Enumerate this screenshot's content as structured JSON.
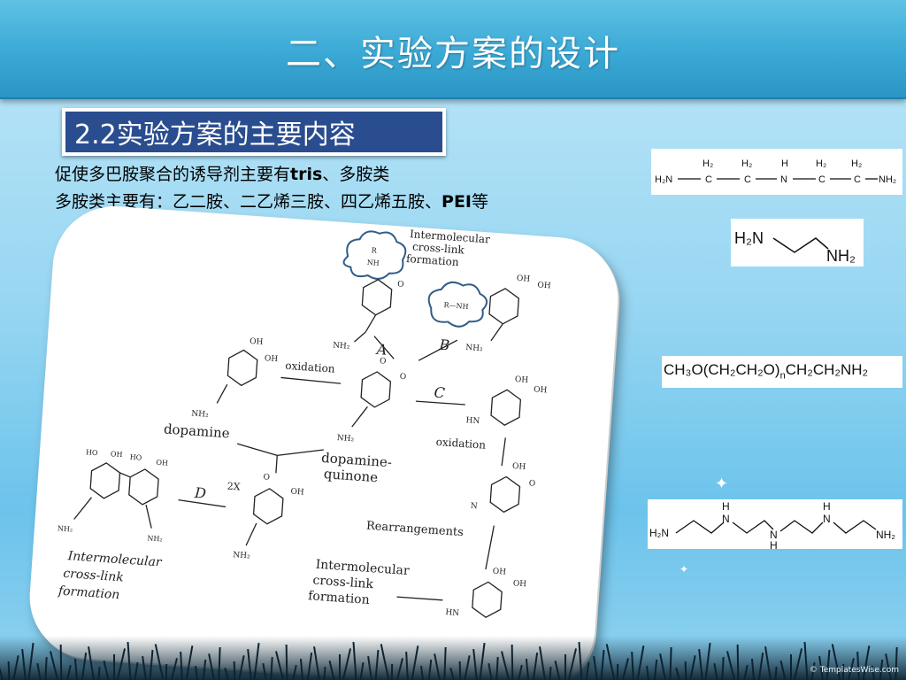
{
  "header": {
    "title": "二、实验方案的设计"
  },
  "section": {
    "label": "2.2实验方案的主要内容"
  },
  "body": {
    "line1_prefix": "促使多巴胺聚合的诱导剂主要有",
    "line1_bold": "tris",
    "line1_suffix": "、多胺类",
    "line2_prefix": "多胺类主要有：乙二胺、二乙烯三胺、四乙烯五胺、",
    "line2_bold": "PEI",
    "line2_suffix": "等"
  },
  "diagram": {
    "labels": {
      "intermolecular_top": "Intermolecular",
      "crosslink_top": "cross-link",
      "formation_top": "formation",
      "oxidation1": "oxidation",
      "path_a": "A",
      "path_b": "B",
      "path_c": "C",
      "path_d": "D",
      "two_x": "2X",
      "dopamine": "dopamine",
      "dopamine_quinone_1": "dopamine-",
      "dopamine_quinone_2": "quinone",
      "oxidation2": "oxidation",
      "rearrangements": "Rearrangements",
      "intermolecular_bottom": "Intermolecular",
      "crosslink_bottom": "cross-link",
      "formation_bottom": "formation",
      "intermolecular_left": "Intermolecular",
      "crosslink_left": "cross-link",
      "formation_left": "formation",
      "oh": "OH",
      "ho": "HO",
      "nh2": "NH₂",
      "hn": "HN",
      "n": "N",
      "o": "O",
      "r_nh": "R—NH",
      "r": "R",
      "nh": "NH"
    }
  },
  "molecules": {
    "m1": {
      "h2n": "H₂N",
      "h2": "H₂",
      "c": "C",
      "h": "H",
      "n": "N",
      "nh2": "NH₂"
    },
    "m2": {
      "h2n": "H₂N",
      "nh2": "NH₂"
    },
    "m3": {
      "formula_a": "CH₃O(CH₂CH₂O)",
      "formula_n": "n",
      "formula_b": "CH₂CH₂NH₂"
    },
    "m4": {
      "h2n": "H₂N",
      "h": "H",
      "n": "N",
      "nh2": "NH₂"
    }
  },
  "footer": {
    "credit": "© TemplatesWise.com"
  },
  "colors": {
    "header": "#3aa9d5",
    "badge": "#2a4d8f",
    "background": "#97d6f2"
  }
}
